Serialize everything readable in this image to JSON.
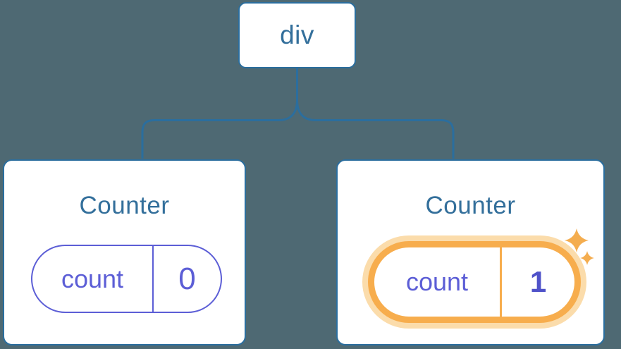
{
  "tree": {
    "root": {
      "label": "div"
    },
    "children": [
      {
        "title": "Counter",
        "state": {
          "key": "count",
          "value": "0"
        },
        "highlighted": false
      },
      {
        "title": "Counter",
        "state": {
          "key": "count",
          "value": "1"
        },
        "highlighted": true
      }
    ]
  },
  "icons": {
    "sparkles": "sparkles-icon"
  },
  "colors": {
    "background": "#4e6973",
    "line_blue": "#2b6e9e",
    "title_blue": "#336f9b",
    "violet": "#5c5ed6",
    "value_bold_violet": "#4f52c9",
    "orange": "#f7ad4d",
    "orange_halo": "#fbdcab",
    "sparkle": "#f4ad4f",
    "card_bg": "#ffffff"
  }
}
